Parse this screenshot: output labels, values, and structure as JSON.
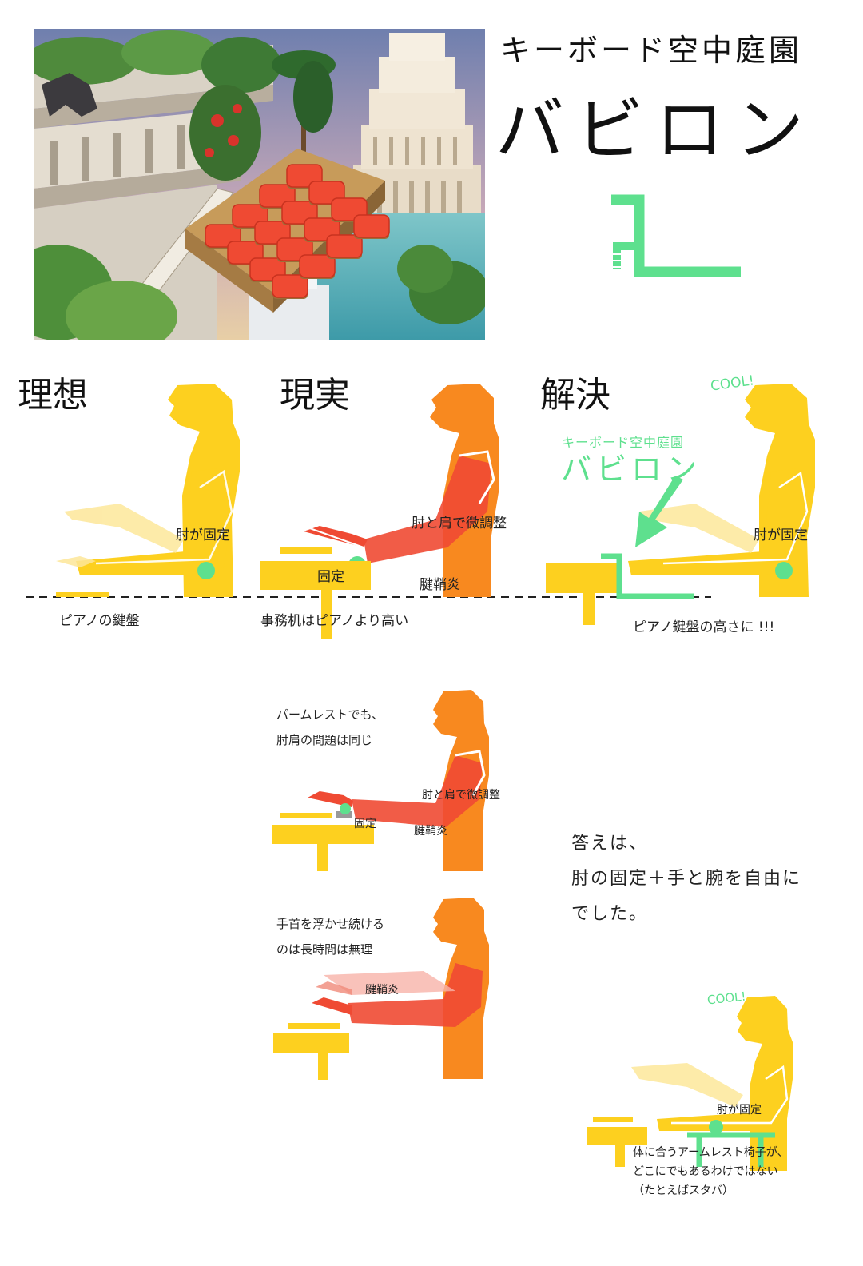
{
  "colors": {
    "yellow": "#fdd01f",
    "orange": "#f8891f",
    "red": "#ef4a33",
    "green": "#5ee08e",
    "text": "#222222"
  },
  "header": {
    "subtitle": "キーボード空中庭園",
    "title": "バビロン"
  },
  "sections": {
    "ideal": {
      "heading": "理想",
      "elbow_label": "肘が固定",
      "keyboard_label": "ピアノの鍵盤"
    },
    "reality": {
      "heading": "現実",
      "adjust_label": "肘と肩で微調整",
      "fixed_label": "固定",
      "tendon_label": "腱鞘炎",
      "desk_label": "事務机はピアノより高い"
    },
    "solution": {
      "heading": "解決",
      "cool": "COOL!",
      "product_sub": "キーボード空中庭園",
      "product_main": "バビロン",
      "elbow_label": "肘が固定",
      "height_label": "ピアノ鍵盤の高さに !!!"
    }
  },
  "palmrest": {
    "note_line1": "パームレストでも、",
    "note_line2": "肘肩の問題は同じ",
    "adjust_label": "肘と肩で微調整",
    "fixed_label": "固定",
    "tendon_label": "腱鞘炎"
  },
  "floating": {
    "note_line1": "手首を浮かせ続ける",
    "note_line2": "のは長時間は無理",
    "tendon_label": "腱鞘炎"
  },
  "answer": {
    "line1": "答えは、",
    "line2": "肘の固定＋手と腕を自由に",
    "line3": "でした。"
  },
  "armrest": {
    "cool": "COOL!",
    "elbow_label": "肘が固定",
    "note_line1": "体に合うアームレスト椅子が、",
    "note_line2": "どこにでもあるわけではない",
    "note_line3": "（たとえばスタバ）"
  }
}
